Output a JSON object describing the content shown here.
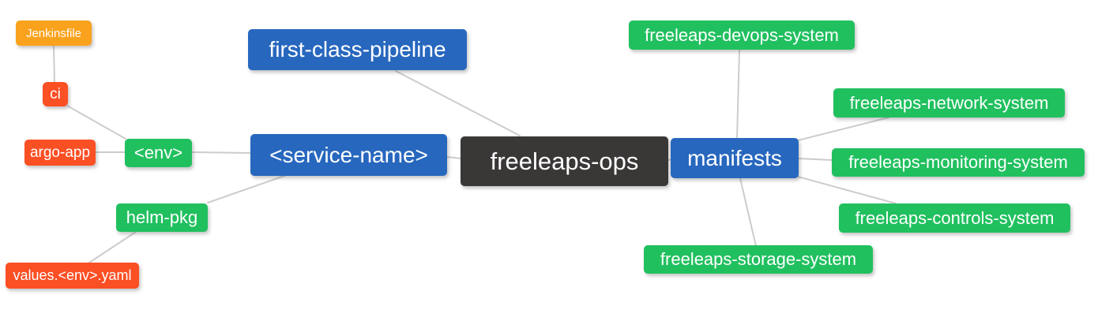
{
  "diagram": {
    "type": "mindmap",
    "root": "freeleaps-ops"
  },
  "palette": {
    "node_blue": "#2767be",
    "node_green": "#21c05f",
    "node_dark": "#3a3737",
    "node_amber": "#faa21d",
    "node_red": "#fb4f24",
    "edge_gray": "#cccccc",
    "node_text": "#ffffff",
    "background": "#ffffff"
  },
  "nodes": {
    "jenkinsfile": {
      "label": "Jenkinsfile",
      "color": "#faa21d"
    },
    "ci": {
      "label": "ci",
      "color": "#fb4f24"
    },
    "argo_app": {
      "label": "argo-app",
      "color": "#fb4f24"
    },
    "env": {
      "label": "<env>",
      "color": "#21c05f"
    },
    "service_name": {
      "label": "<service-name>",
      "color": "#2767be"
    },
    "helm_pkg": {
      "label": "helm-pkg",
      "color": "#21c05f"
    },
    "values_env_yaml": {
      "label": "values.<env>.yaml",
      "color": "#fb4f24"
    },
    "first_class_pipeline": {
      "label": "first-class-pipeline",
      "color": "#2767be"
    },
    "freeleaps_ops": {
      "label": "freeleaps-ops",
      "color": "#3a3737"
    },
    "manifests": {
      "label": "manifests",
      "color": "#2767be"
    },
    "devops_system": {
      "label": "freeleaps-devops-system",
      "color": "#21c05f"
    },
    "network_system": {
      "label": "freeleaps-network-system",
      "color": "#21c05f"
    },
    "monitoring_system": {
      "label": "freeleaps-monitoring-system",
      "color": "#21c05f"
    },
    "controls_system": {
      "label": "freeleaps-controls-system",
      "color": "#21c05f"
    },
    "storage_system": {
      "label": "freeleaps-storage-system",
      "color": "#21c05f"
    }
  },
  "edges": [
    {
      "from": "jenkinsfile",
      "to": "ci"
    },
    {
      "from": "ci",
      "to": "env"
    },
    {
      "from": "argo_app",
      "to": "env"
    },
    {
      "from": "env",
      "to": "service_name"
    },
    {
      "from": "service_name",
      "to": "helm_pkg"
    },
    {
      "from": "helm_pkg",
      "to": "values_env_yaml"
    },
    {
      "from": "first_class_pipeline",
      "to": "freeleaps_ops"
    },
    {
      "from": "service_name",
      "to": "freeleaps_ops"
    },
    {
      "from": "freeleaps_ops",
      "to": "manifests"
    },
    {
      "from": "manifests",
      "to": "devops_system"
    },
    {
      "from": "manifests",
      "to": "network_system"
    },
    {
      "from": "manifests",
      "to": "monitoring_system"
    },
    {
      "from": "manifests",
      "to": "controls_system"
    },
    {
      "from": "manifests",
      "to": "storage_system"
    }
  ]
}
